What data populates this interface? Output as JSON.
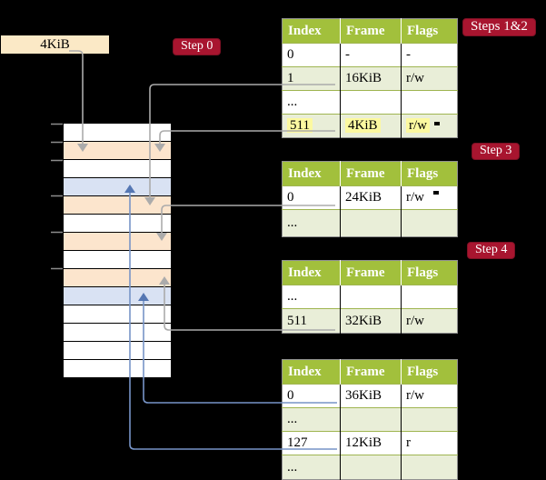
{
  "colors": {
    "background": "#000000",
    "cr3_bg": "#fbe9c6",
    "header_green": "#a2c03c",
    "row_green": "#e9eed8",
    "row_white": "#ffffff",
    "sep_green": "#9fb551",
    "table_border": "#919191",
    "highlight_yellow": "#fcf9a0",
    "frame_orange": "#fce5cd",
    "frame_blue": "#d9e2f3",
    "badge_red": "#a8152f",
    "badge_border": "#7d1024",
    "gray_line": "#ababab",
    "blue_line": "#7794c7",
    "blue_arrow": "#5577b3",
    "tick_gray": "#8c8c8c"
  },
  "cr3_label": "4KiB",
  "badges": {
    "step0": "Step 0",
    "steps12": "Steps 1&2",
    "step3": "Step 3",
    "step4": "Step 4"
  },
  "memory_frames": [
    "white",
    "orange",
    "white",
    "blue",
    "orange",
    "white",
    "orange",
    "white",
    "orange",
    "blue",
    "white",
    "white",
    "white",
    "white"
  ],
  "tables": [
    {
      "headers": [
        "Index",
        "Frame",
        "Flags"
      ],
      "rows": [
        [
          "0",
          "-",
          "-"
        ],
        [
          "1",
          "16KiB",
          "r/w"
        ],
        [
          "...",
          "",
          ""
        ],
        [
          "511",
          "4KiB",
          "r/w"
        ]
      ]
    },
    {
      "headers": [
        "Index",
        "Frame",
        "Flags"
      ],
      "rows": [
        [
          "0",
          "24KiB",
          "r/w"
        ],
        [
          "...",
          "",
          ""
        ]
      ]
    },
    {
      "headers": [
        "Index",
        "Frame",
        "Flags"
      ],
      "rows": [
        [
          "...",
          "",
          ""
        ],
        [
          "511",
          "32KiB",
          "r/w"
        ]
      ]
    },
    {
      "headers": [
        "Index",
        "Frame",
        "Flags"
      ],
      "rows": [
        [
          "0",
          "36KiB",
          "r/w"
        ],
        [
          "...",
          "",
          ""
        ],
        [
          "127",
          "12KiB",
          "r"
        ],
        [
          "...",
          "",
          ""
        ]
      ]
    }
  ]
}
